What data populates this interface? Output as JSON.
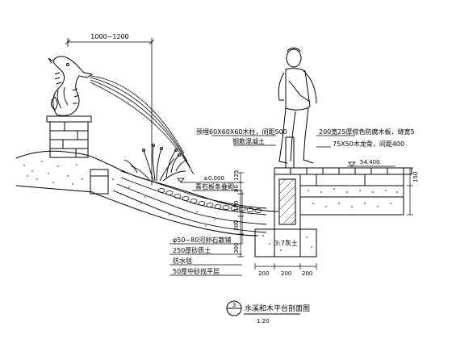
{
  "diagram": {
    "dimensions": {
      "top_span": "1000~1200",
      "deck_width": "200宽25厚",
      "slab_left": "200",
      "slab_mid": "200",
      "slab_right": "200",
      "v_125": "125",
      "v_80": "80",
      "v_170": "170",
      "v_300a": "300",
      "v_300b": "300",
      "v_150": "150"
    },
    "levels": {
      "water_level": "±0.000",
      "deck_level": "54.400"
    },
    "annotations": {
      "post": "预埋60X60X60木柱，间距500",
      "post_footing": "钢筋混凝土",
      "deck_boards": "200宽25厚棕色防腐木板，缝宽5",
      "joists": "75X50木龙骨，间距400",
      "stream_bed": "青石板条叠砌",
      "cobbles": "φ50~80河卵石散铺",
      "sand_soil": "250厚砂质土",
      "waterproof": "防水毯",
      "sand_bed": "50厚中砂找平层",
      "lime_soil": "3:7灰土"
    },
    "title": {
      "badge_top": "3",
      "text": "水溪和木平台剖面图",
      "scale": "1:20"
    }
  }
}
